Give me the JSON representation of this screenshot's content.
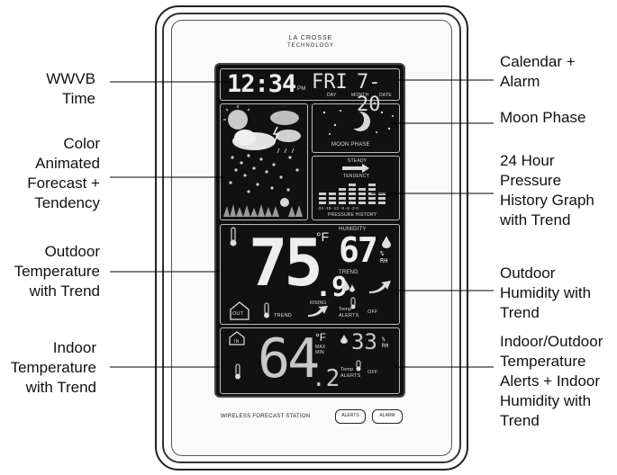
{
  "callouts": {
    "wwvb_time": "WWVB\nTime",
    "forecast": "Color\nAnimated\nForecast +\nTendency",
    "outdoor_temp": "Outdoor\nTemperature\nwith Trend",
    "indoor_temp": "Indoor\nTemperature\nwith Trend",
    "calendar_alarm": "Calendar +\nAlarm",
    "moon_phase": "Moon Phase",
    "pressure": "24 Hour\nPressure\nHistory Graph\nwith Trend",
    "outdoor_humidity": "Outdoor\nHumidity with\nTrend",
    "alerts": "Indoor/Outdoor\nTemperature\nAlerts + Indoor\nHumidity with\nTrend"
  },
  "device": {
    "brand_line1": "LA CROSSE",
    "brand_line2": "TECHNOLOGY",
    "bottom_label": "WIRELESS FORECAST STATION",
    "button_alerts": "ALERTS",
    "button_alarm": "ALARM"
  },
  "screen": {
    "time": "12:34",
    "pm": "PM",
    "day": "FRI",
    "date": "7-20",
    "day_label": "DAY",
    "month_label": "MONTH",
    "date_label": "DATE",
    "moon_label": "MOON PHASE",
    "steady": "STEADY",
    "tendency": "TENDENCY",
    "pressure_ticks": "-24 -18 -12 -9 -6 -3 0",
    "pressure_label": "PRESSURE HISTORY",
    "outdoor_temp": "75",
    "outdoor_temp_dec": ".9",
    "temp_unit": "°F",
    "humidity_label": "HUMIDITY",
    "humidity": "67",
    "rh": "%\nRH",
    "trend": "TREND",
    "out": "OUT",
    "rising": "RISING",
    "temp_alerts": "Temp\nALERTS",
    "off": "OFF",
    "in": "IN",
    "indoor_temp": "64",
    "indoor_temp_dec": ".2",
    "max_min": "MAX\nMIN",
    "indoor_humidity": "33",
    "rh2": "%\nRH"
  }
}
